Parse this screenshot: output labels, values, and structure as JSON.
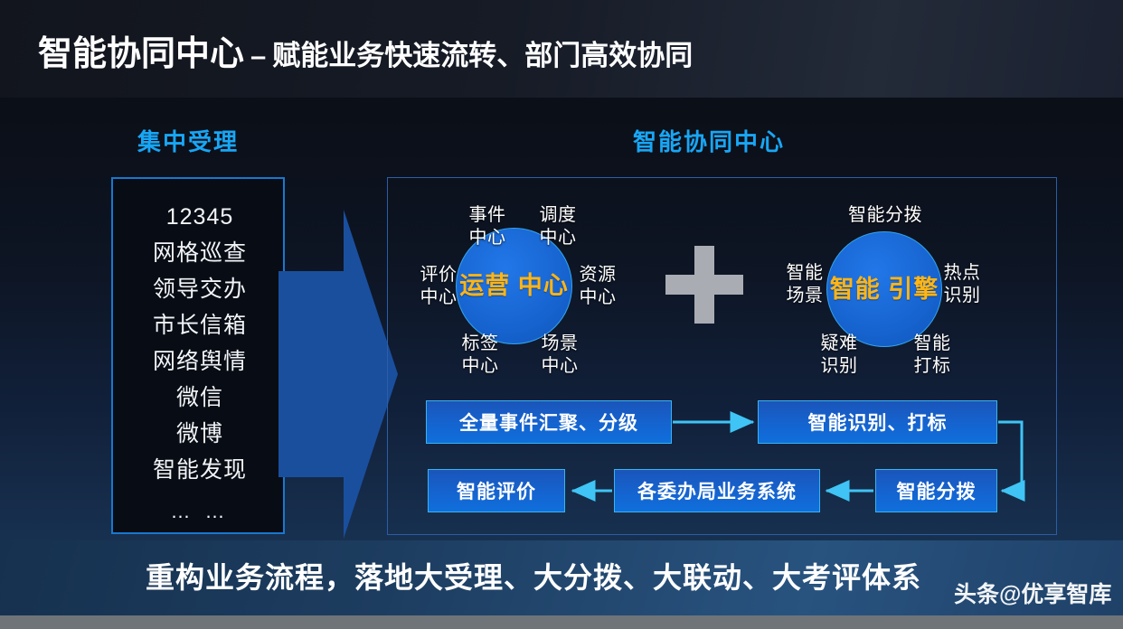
{
  "header": {
    "title_main": "智能协同中心",
    "title_dash": "–",
    "title_sub": "赋能业务快速流转、部门高效协同"
  },
  "sections": {
    "left_heading": "集中受理",
    "right_heading": "智能协同中心"
  },
  "intake": {
    "items": [
      "12345",
      "网格巡查",
      "领导交办",
      "市长信箱",
      "网络舆情",
      "微信",
      "微博",
      "智能发现",
      "… …"
    ]
  },
  "hubs": [
    {
      "core": "运营\n中心",
      "satellites": [
        "事件\n中心",
        "调度\n中心",
        "评价\n中心",
        "资源\n中心",
        "标签\n中心",
        "场景\n中心"
      ]
    },
    {
      "core": "智能\n引擎",
      "satellites": [
        "智能分拨",
        "智能\n场景",
        "热点\n识别",
        "疑难\n识别",
        "智能\n打标"
      ]
    }
  ],
  "plus_symbol": "+",
  "flow": {
    "aggregate": "全量事件汇聚、分级",
    "recognize": "智能识别、打标",
    "assign": "智能分拨",
    "bureau": "各委办局业务系统",
    "evaluate": "智能评价"
  },
  "banner": {
    "text": "重构业务流程，落地大受理、大分拨、大联动、大考评体系",
    "watermark": "头条@优享智库"
  },
  "colors": {
    "accent_cyan": "#18a6f5",
    "core_orange": "#ffb515",
    "box_blue": "#1563cf",
    "arrow_blue": "#1a4f9e",
    "panel_border": "#2b5ea6",
    "connector_cyan": "#3fc4f5",
    "plus_gray": "#a9adb3",
    "banner_blue": "#1d3d60"
  }
}
